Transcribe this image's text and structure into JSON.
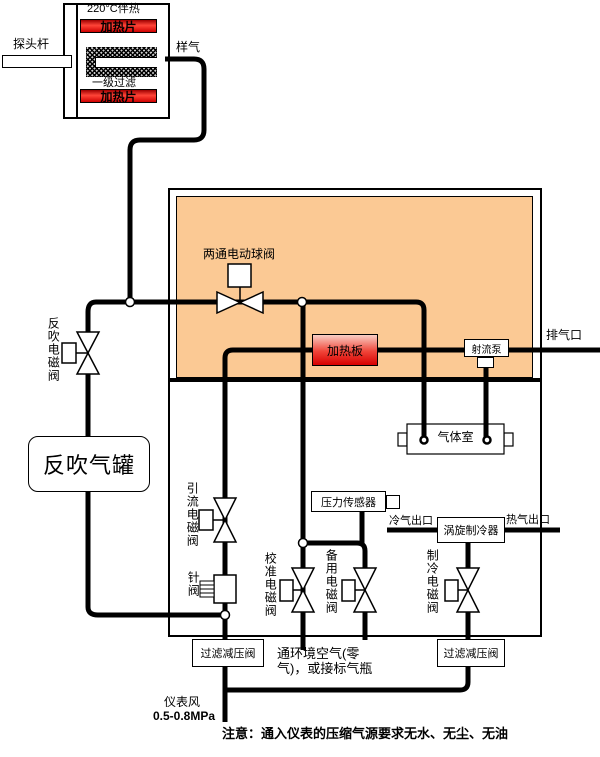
{
  "probe": {
    "rod_label": "探头杆",
    "temp_label": "220°C伴热",
    "heater_top": "加热片",
    "heater_bottom": "加热片",
    "filter_label": "一级过滤",
    "sample_gas_label": "样气"
  },
  "oven": {
    "ball_valve_label": "两通电动球阀",
    "heater_plate_label": "加热板",
    "jet_pump_label": "射流泵"
  },
  "left_branch": {
    "backflush_valve_label": "反吹电磁阀",
    "tank_label": "反吹气罐"
  },
  "right_branch": {
    "exhaust_label": "排气口",
    "chamber_label": "气体室"
  },
  "mid_section": {
    "drain_valve_label": "引流电磁阀",
    "needle_valve_label": "针阀",
    "pressure_sensor_label": "压力传感器",
    "cold_out_label": "冷气出口",
    "cooler_label": "涡旋制冷器",
    "hot_out_label": "热气出口",
    "cal_valve_label": "校准电磁阀",
    "backup_valve_label": "备用电磁阀",
    "chill_valve_label": "制冷电磁阀"
  },
  "bottom": {
    "filter_reducer_left": "过滤减压阀",
    "filter_reducer_right": "过滤减压阀",
    "ambient_note": "通环境空气(零\n气)，或接标气瓶",
    "instrument_air_label": "仪表风",
    "pressure_range": "0.5-0.8MPa",
    "note": "注意：通入仪表的压缩气源要求无水、无尘、无油"
  },
  "colors": {
    "oven_fill": "#FBC994",
    "heater_red": "#E00000",
    "pipe": "#000000"
  }
}
